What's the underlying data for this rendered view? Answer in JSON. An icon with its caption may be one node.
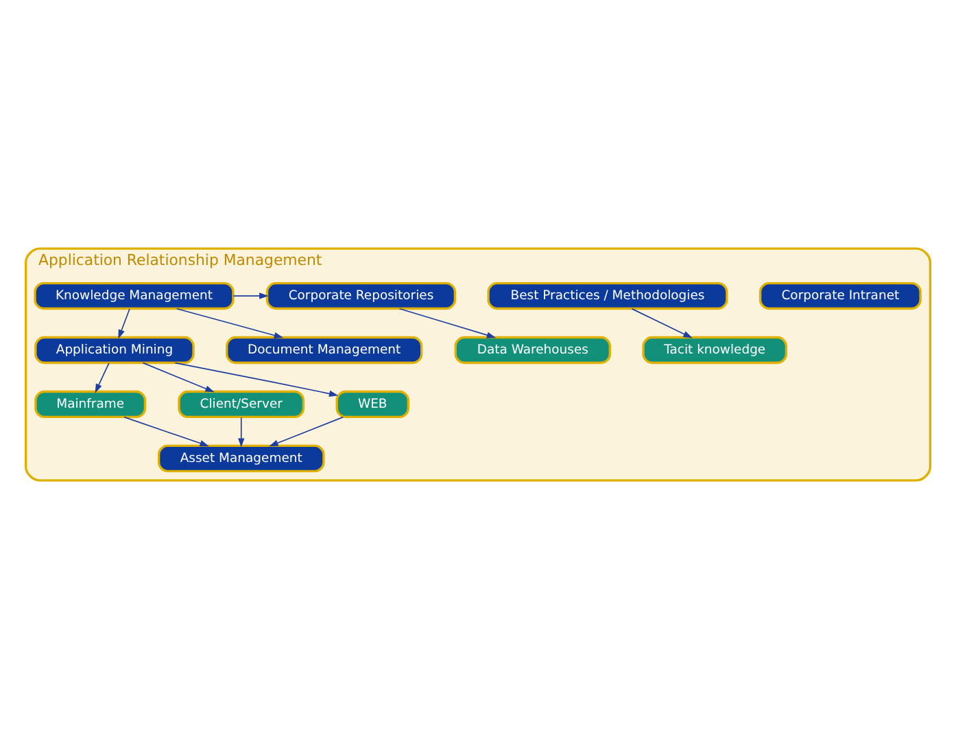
{
  "diagram": {
    "nodes": [
      {
        "text": [
          "Application Relationship Management"
        ]
      },
      {
        "text": [
          "Corporate Intranet"
        ],
        "in": 0
      },
      {
        "text": [
          "Best Practices / Methodologies"
        ],
        "in": 0
      },
      {
        "text": [
          "Tacit knowledge"
        ],
        "in": 0
      },
      {
        "text": [
          "Knowledge Management"
        ],
        "in": 0
      },
      {
        "text": [
          "Corporate Repositories"
        ],
        "in": 0
      },
      {
        "text": [
          "Data Warehouses"
        ],
        "in": 0
      },
      {
        "text": [
          "Document Management"
        ],
        "in": 0
      },
      {
        "text": [
          "Application Mining"
        ],
        "in": 0
      },
      {
        "text": [
          "Mainframe"
        ],
        "in": 0
      },
      {
        "text": [
          "Client/Server"
        ],
        "in": 0
      },
      {
        "text": [
          "WEB"
        ],
        "in": 0
      },
      {
        "text": [
          "Asset Management"
        ],
        "in": 0
      }
    ],
    "edges": [
      {
        "from": 2,
        "to": 3,
        "arrow": "to"
      },
      {
        "from": 4,
        "to": 5,
        "arrow": "to"
      },
      {
        "from": 5,
        "to": 6,
        "arrow": "to"
      },
      {
        "from": 4,
        "to": 7,
        "arrow": "to"
      },
      {
        "from": 4,
        "to": 8,
        "arrow": "to"
      },
      {
        "from": 8,
        "to": 9,
        "arrow": "to"
      },
      {
        "from": 8,
        "to": 10,
        "arrow": "to"
      },
      {
        "from": 8,
        "to": 11,
        "arrow": "to"
      },
      {
        "from": 9,
        "to": 12,
        "arrow": "to"
      },
      {
        "from": 10,
        "to": 12,
        "arrow": "to"
      },
      {
        "from": 11,
        "to": 12,
        "arrow": "to"
      }
    ]
  }
}
